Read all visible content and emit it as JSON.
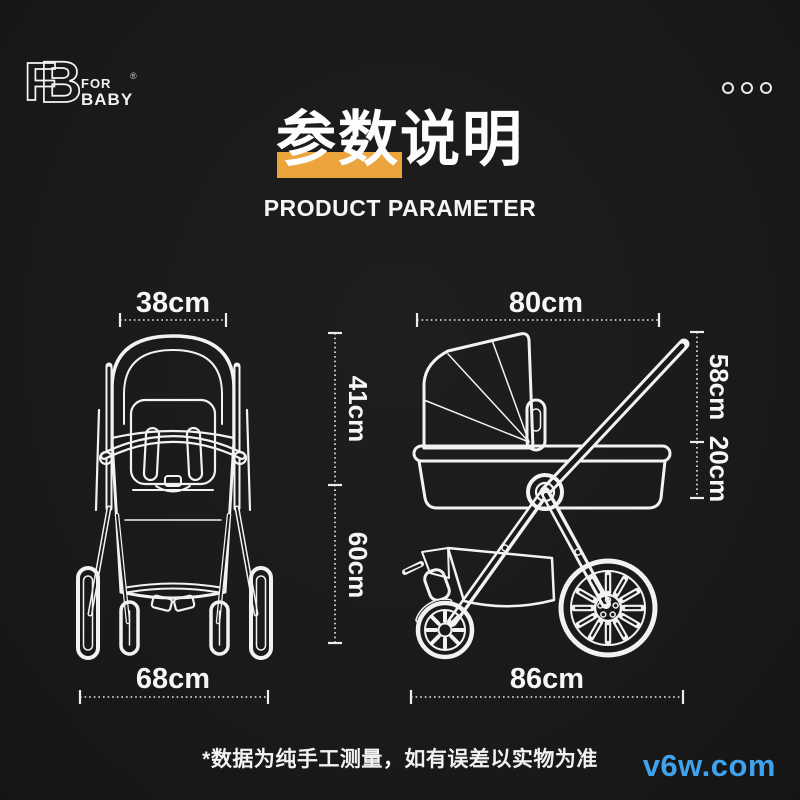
{
  "page": {
    "background": "#1a1a1a",
    "accent": "#ECA43C"
  },
  "logo": {
    "monogram_f": "F",
    "monogram_b": "B",
    "word_top": "FOR",
    "word_bottom": "BABY",
    "registered": "®"
  },
  "header": {
    "menu_icon": "three-circles-icon"
  },
  "title": {
    "heading": "参数说明",
    "subheading": "PRODUCT PARAMETER"
  },
  "dimensions": {
    "front_view": {
      "top_width": "38cm",
      "upper_height": "41cm",
      "lower_height": "60cm",
      "base_width": "68cm"
    },
    "side_view": {
      "top_length": "80cm",
      "upper_height": "58cm",
      "lower_height": "20cm",
      "base_length": "86cm"
    }
  },
  "footer": {
    "disclaimer": "*数据为纯手工测量，如有误差以实物为准",
    "watermark": "v6w.com",
    "watermark_color": "#3FA2EC"
  }
}
